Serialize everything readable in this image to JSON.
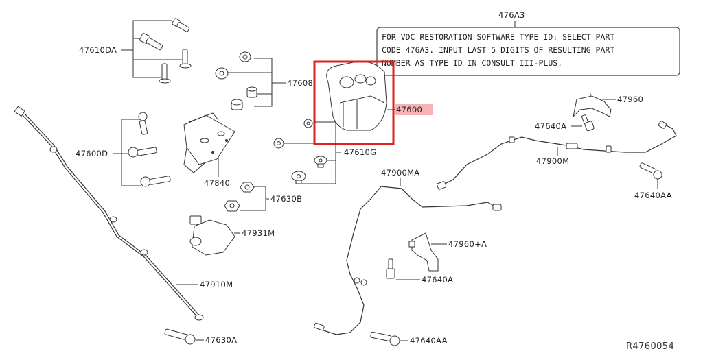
{
  "diagram": {
    "reference_code": "R4760054",
    "note": {
      "part_code": "476A3",
      "lines": [
        "FOR VDC RESTORATION SOFTWARE TYPE ID: SELECT PART",
        "CODE 476A3. INPUT LAST 5 DIGITS OF RESULTING PART",
        "NUMBER AS TYPE ID IN CONSULT III-PLUS."
      ]
    },
    "highlight": {
      "part_number": "47600",
      "box_color": "#e0201c",
      "label_bg_color": "#f7b3b3"
    },
    "callouts": {
      "p47610DA": "47610DA",
      "p47608": "47608",
      "p47600D": "47600D",
      "p47840": "47840",
      "p47610G": "47610G",
      "p47630B": "47630B",
      "p47931M": "47931M",
      "p47910M": "47910M",
      "p47630A": "47630A",
      "p47900MA": "47900MA",
      "p47960A": "47960+A",
      "p47640A_lower": "47640A",
      "p47640AA_lower": "47640AA",
      "p47960": "47960",
      "p47640A_upper": "47640A",
      "p47900M": "47900M",
      "p47640AA_upper": "47640AA"
    }
  }
}
